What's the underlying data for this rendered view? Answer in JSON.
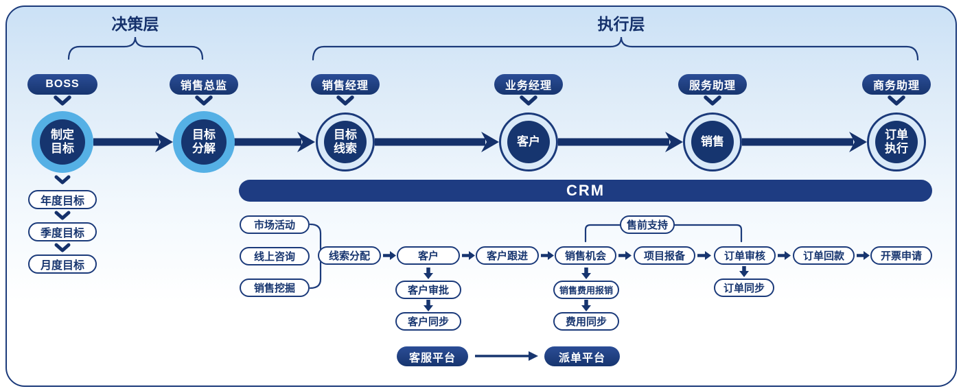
{
  "layers": {
    "decision": "决策层",
    "execution": "执行层"
  },
  "roles": [
    "BOSS",
    "销售总监",
    "销售经理",
    "业务经理",
    "服务助理",
    "商务助理"
  ],
  "stages": [
    "制定\n目标",
    "目标\n分解",
    "目标\n线索",
    "客户",
    "销售",
    "订单\n执行"
  ],
  "goals": [
    "年度目标",
    "季度目标",
    "月度目标"
  ],
  "crm_label": "CRM",
  "lead_sources": [
    "市场活动",
    "线上咨询",
    "销售挖掘"
  ],
  "pipeline": [
    "线索分配",
    "客户",
    "客户跟进",
    "销售机会",
    "项目报备",
    "订单审核",
    "订单回款",
    "开票申请"
  ],
  "customer_sub": [
    "客户审批",
    "客户同步"
  ],
  "expense_sub": [
    "销售费用报销",
    "费用同步"
  ],
  "order_sub": [
    "订单同步"
  ],
  "presale_label": "售前支持",
  "platforms": {
    "source": "客服平台",
    "target": "派单平台"
  },
  "colors": {
    "navy": "#17356f",
    "stroke_navy": "#1b3a7a",
    "bright_ring": "#55b0e5",
    "pale_ring": "#d9e9f8",
    "crm_bar": "#1e3c82",
    "bg_top": "#cbe1f6",
    "bg_bottom": "#ffffff"
  }
}
